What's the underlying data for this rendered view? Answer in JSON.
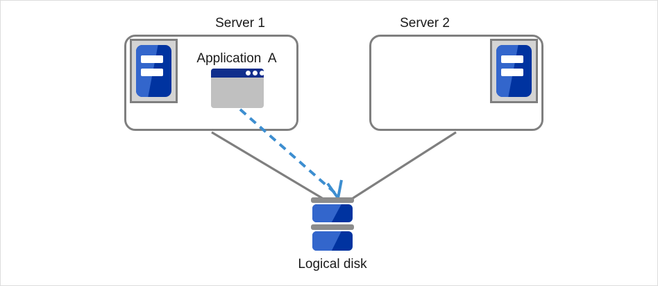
{
  "diagram": {
    "title_hidden": "",
    "background_color": "#ffffff",
    "border_color": "#dcdcdc",
    "colors": {
      "server_outline": "#7f7f7f",
      "icon_plate": "#d4d4d4",
      "blue_light": "#3366cc",
      "blue_dark": "#0033a0",
      "app_titlebar": "#102e8c",
      "app_body": "#c0c0c0",
      "disk_plate": "#8c8c8c",
      "connector_solid": "#7f7f7f",
      "connector_dashed": "#3d8ed0",
      "text": "#1a1a1a"
    }
  },
  "nodes": {
    "server1": {
      "label": "Server 1",
      "icon": "server-rack-icon",
      "application": {
        "label": "Application  A",
        "icon": "application-window-icon",
        "dots": 3
      }
    },
    "server2": {
      "label": "Server 2",
      "icon": "server-rack-icon"
    },
    "disk": {
      "label": "Logical disk",
      "icon": "logical-disk-icon"
    }
  },
  "connectors": [
    {
      "name": "server1-to-disk",
      "from": "Server 1",
      "to": "Logical disk",
      "style": "solid",
      "color": "#7f7f7f",
      "arrow": false
    },
    {
      "name": "server2-to-disk",
      "from": "Server 2",
      "to": "Logical disk",
      "style": "solid",
      "color": "#7f7f7f",
      "arrow": false
    },
    {
      "name": "application-a-to-disk",
      "from": "Application  A",
      "to": "Logical disk",
      "style": "dashed",
      "color": "#3d8ed0",
      "arrow": true
    }
  ]
}
